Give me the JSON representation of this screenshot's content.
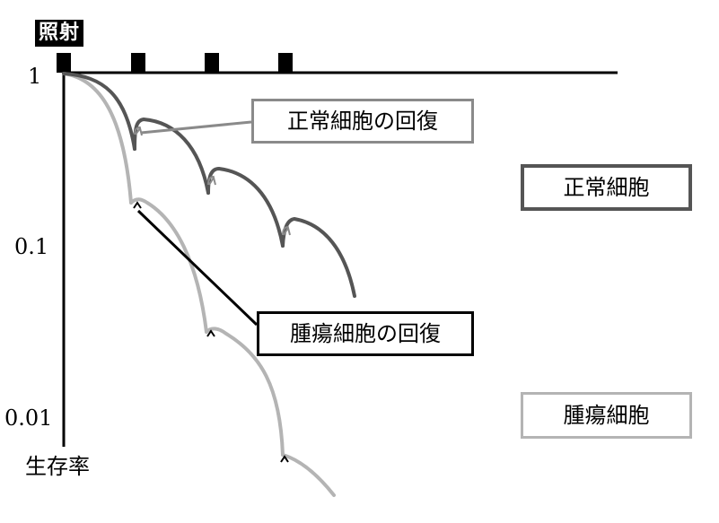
{
  "irradiation_label": "照射",
  "y_ticks": [
    "1",
    "0.1",
    "0.01"
  ],
  "y_axis_label": "生存率",
  "annotations": {
    "normal_recovery": "正常細胞の回復",
    "tumor_recovery": "腫瘍細胞の回復"
  },
  "legend": {
    "normal": "正常細胞",
    "tumor": "腫瘍細胞"
  },
  "colors": {
    "normal_curve": "#555555",
    "tumor_curve": "#b4b4b4",
    "normal_recovery_line": "#8a8a8a",
    "tumor_recovery_line": "#000000"
  },
  "irradiation_fractions": 4,
  "log_scale": true
}
